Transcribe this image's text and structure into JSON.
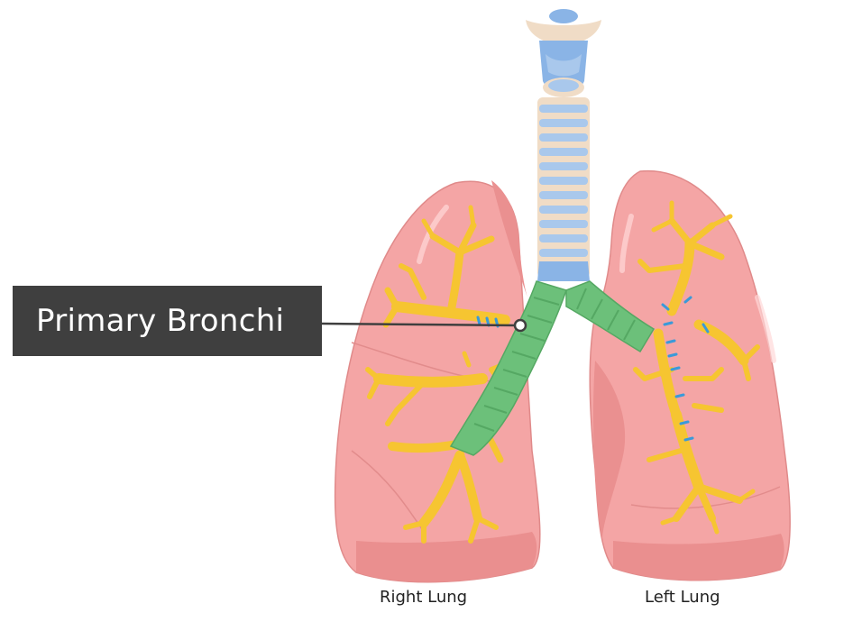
{
  "callout": {
    "text": "Primary Bronchi"
  },
  "labels": {
    "right_lung": "Right Lung",
    "left_lung": "Left Lung"
  },
  "colors": {
    "lung": "#f4a5a5",
    "lung_shade": "#ea9090",
    "trachea_ring": "#a9c8ec",
    "trachea_gap": "#f0dcc6",
    "larynx": "#8ab4e6",
    "bronchi_highlight": "#6cc07a",
    "bronchi_tree": "#f6c531",
    "cartilage": "#3a9ad9",
    "callout_bg": "#3f3f3f"
  }
}
